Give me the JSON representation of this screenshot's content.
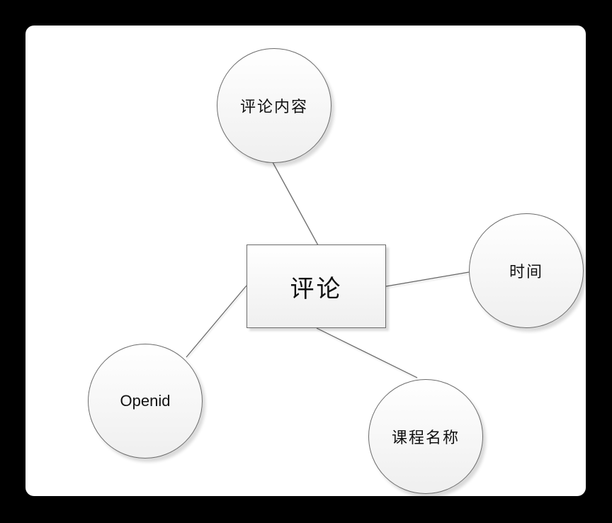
{
  "diagram": {
    "title": "comment-entity-diagram",
    "center": {
      "id": "comment",
      "label": "评论",
      "shape": "rectangle"
    },
    "attributes": [
      {
        "id": "comment-content",
        "label": "评论内容",
        "shape": "circle",
        "position": "top"
      },
      {
        "id": "time",
        "label": "时间",
        "shape": "circle",
        "position": "right"
      },
      {
        "id": "openid",
        "label": "Openid",
        "shape": "circle",
        "position": "bottom-left"
      },
      {
        "id": "course-name",
        "label": "课程名称",
        "shape": "circle",
        "position": "bottom-right"
      }
    ],
    "edges": [
      {
        "from": "comment",
        "to": "comment-content"
      },
      {
        "from": "comment",
        "to": "time"
      },
      {
        "from": "comment",
        "to": "openid"
      },
      {
        "from": "comment",
        "to": "course-name"
      }
    ],
    "colors": {
      "background": "#000000",
      "page": "#ffffff",
      "node_border": "#6b6b6b",
      "node_fill_top": "#fefefe",
      "node_fill_bottom": "#f0f0f0",
      "connector": "#636363",
      "text": "#111111"
    }
  }
}
